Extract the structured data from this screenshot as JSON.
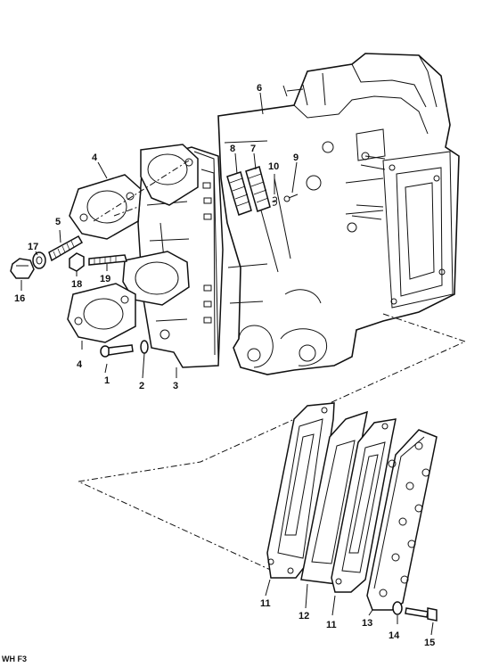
{
  "labels": {
    "p1": "1",
    "p2": "2",
    "p3": "3",
    "p4a": "4",
    "p4b": "4",
    "p5": "5",
    "p6": "6",
    "p7": "7",
    "p8": "8",
    "p9": "9",
    "p10": "10",
    "p11a": "11",
    "p11b": "11",
    "p12": "12",
    "p13": "13",
    "p14": "14",
    "p15": "15",
    "p16": "16",
    "p17": "17",
    "p18": "18",
    "p19": "19"
  },
  "figure_code": "WH F3"
}
